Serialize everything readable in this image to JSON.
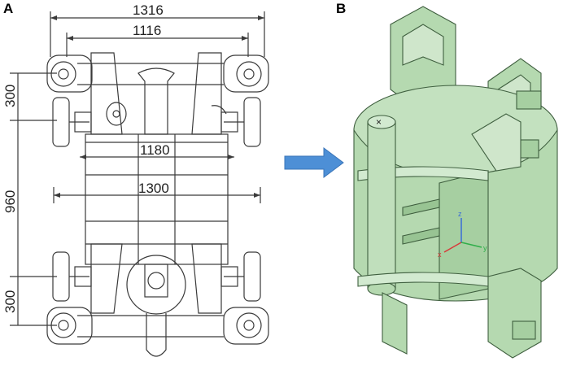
{
  "panels": {
    "a_label": "A",
    "b_label": "B"
  },
  "drawing_a": {
    "dims": {
      "w_1316": "1316",
      "w_1116": "1116",
      "w_1180": "1180",
      "w_1300": "1300",
      "h_300_top": "300",
      "h_960": "960",
      "h_300_bottom": "300"
    },
    "line_color": "#3a3a3a"
  },
  "arrow": {
    "color": "#4d8fd6"
  },
  "model_b": {
    "fill_color": "#b5d9b0",
    "edge_color": "#3f5f3f",
    "cylinder_mark": "×",
    "axes": {
      "x": "x",
      "y": "y",
      "z": "z"
    }
  }
}
